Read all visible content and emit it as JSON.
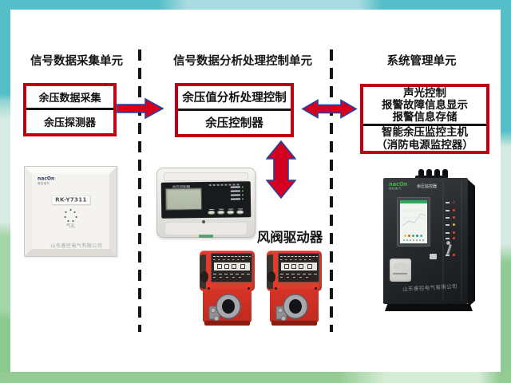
{
  "diagram": {
    "columns": [
      {
        "header": "信号数据采集单元",
        "box_top": [
          "余压数据采集"
        ],
        "box_bottom": [
          "余压探测器"
        ]
      },
      {
        "header": "信号数据分析处理控制单元",
        "box_top": [
          "余压值分析处理控制"
        ],
        "box_bottom": [
          "余压控制器"
        ]
      },
      {
        "header": "系统管理单元",
        "box_top": [
          "声光控制",
          "报警故障信息显示",
          "报警信息存储"
        ],
        "box_bottom": [
          "智能余压监控主机",
          "（消防电源监控器）"
        ]
      }
    ],
    "damper_label": "风阀驱动器"
  },
  "devices": {
    "detector": {
      "brand": "nacOn",
      "brand_sub": "睿控电气",
      "model": "RK-Y7311",
      "vent": "气孔",
      "company": "山东睿控电气有限公司"
    },
    "controller": {
      "title": "余压控制器"
    },
    "cabinet": {
      "brand": "nacOn",
      "brand_sub": "睿控电气",
      "title": "余压监控器",
      "company": "山东睿控电气有限公司"
    }
  },
  "colors": {
    "box_border": "#bf0013",
    "arrow_fill": "#d40020",
    "arrow_outline": "#2343a5",
    "band_teal": "#54bfc8",
    "band_pale": "#a9dce1",
    "band_green": "#8bc98d",
    "actuator_red": "#e23a2c",
    "cabinet_logo_green": "#45b14c"
  }
}
